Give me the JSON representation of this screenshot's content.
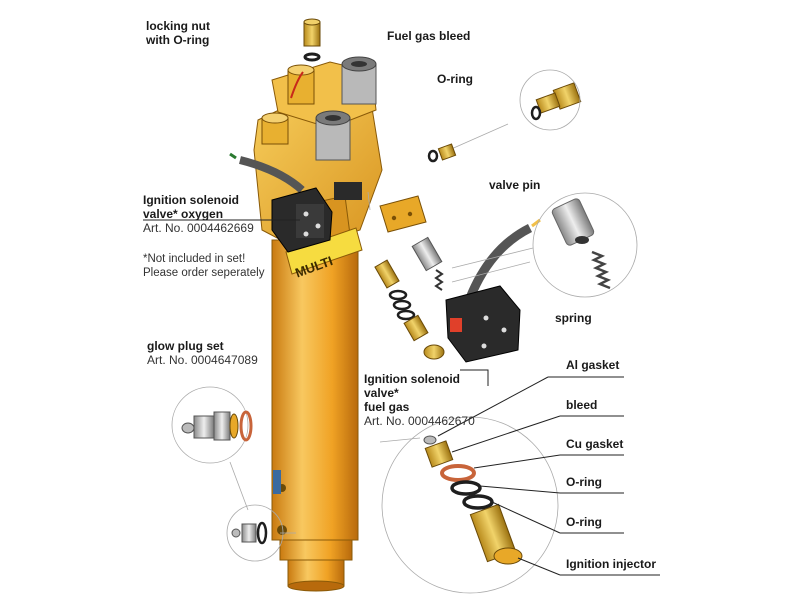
{
  "labels": {
    "locking_nut": {
      "line1": "locking nut",
      "line2": "with O-ring"
    },
    "fuel_gas_bleed": "Fuel gas bleed",
    "o_ring_top": "O-ring",
    "valve_pin": "valve pin",
    "spring": "spring",
    "ignition_oxygen": {
      "line1": "Ignition solenoid",
      "line2": "valve* oxygen",
      "art": "Art. No. 0004462669"
    },
    "note": {
      "line1": "*Not included in set!",
      "line2": "Please order seperately"
    },
    "glow_plug": {
      "line1": "glow plug set",
      "art": "Art. No. 0004647089"
    },
    "ignition_fuel": {
      "line1": "Ignition solenoid",
      "line2": "valve*",
      "line3": "fuel gas",
      "art": "Art. No. 0004462670"
    },
    "al_gasket": "Al gasket",
    "bleed": "bleed",
    "cu_gasket": "Cu gasket",
    "o_ring_1": "O-ring",
    "o_ring_2": "O-ring",
    "ignition_injector": "Ignition injector"
  },
  "body_text": "MULTI",
  "colors": {
    "body": "#f0a224",
    "body_dark": "#c97a10",
    "body_light": "#f8c860",
    "head": "#e8b030",
    "valve_black": "#2a2a2a",
    "valve_accent": "#e0402a",
    "cable": "#555555",
    "ring_black": "#1e1e1e",
    "ring_copper": "#c8643a"
  }
}
